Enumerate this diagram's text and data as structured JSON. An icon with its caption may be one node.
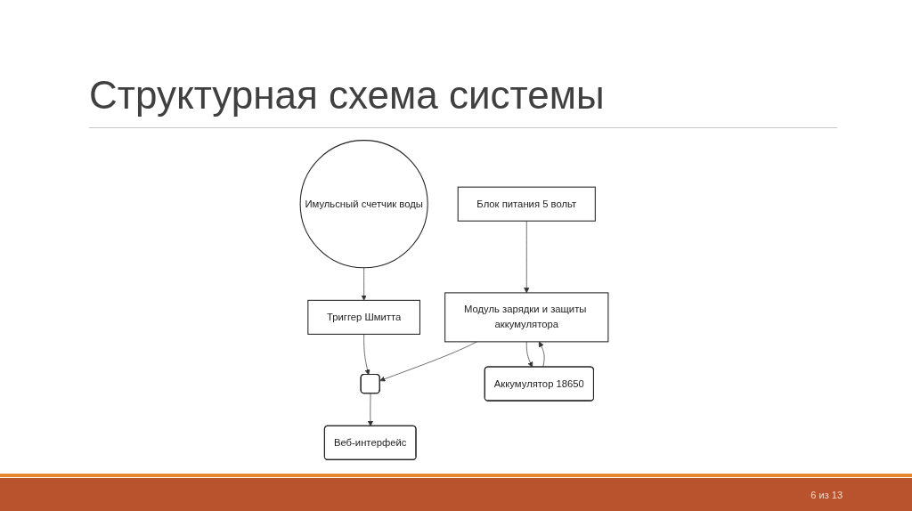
{
  "diagram": {
    "title": "Структурная схема системы",
    "nodes": [
      {
        "text": [
          "Имульсный счетчик воды"
        ]
      },
      {
        "text": [
          "Триггер Шмитта"
        ]
      },
      {
        "text": [
          "Блок питания 5 вольт"
        ]
      },
      {
        "text": [
          "Веб-интерфейс"
        ]
      },
      {
        "text": [],
        "shape": "box"
      },
      {
        "text": [
          "Модуль зарядки и защиты аккумулятора"
        ]
      },
      {
        "text": [
          "Аккумулятор 18650"
        ]
      }
    ],
    "edges": [
      {
        "from": 0,
        "to": 1,
        "arrow": "to"
      },
      {
        "from": 1,
        "to": 4,
        "arrow": "to"
      },
      {
        "from": 2,
        "to": 5,
        "arrow": "to"
      },
      {
        "from": 4,
        "to": 3,
        "arrow": "to"
      },
      {
        "from": 5,
        "to": 4,
        "arrow": "to"
      },
      {
        "from": 6,
        "to": 5,
        "arrow": "to"
      },
      {
        "from": 5,
        "to": 6,
        "arrow": "to"
      }
    ],
    "labels": [
      "6 из 13"
    ]
  }
}
